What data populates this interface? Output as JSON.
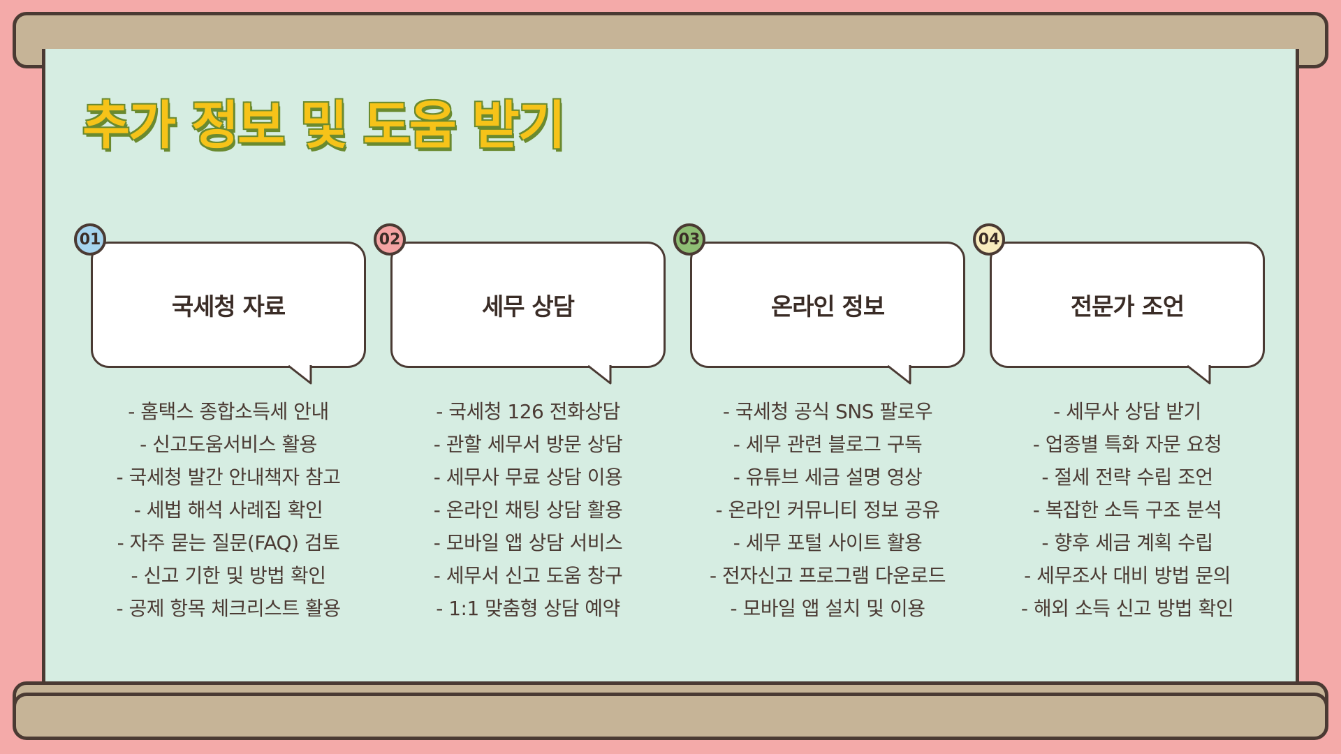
{
  "title": "추가 정보 및 도움 받기",
  "cards": [
    {
      "number": "01",
      "badge_color": "#a6d4ee",
      "heading": "국세청 자료",
      "items": [
        "- 홈택스 종합소득세 안내",
        "- 신고도움서비스 활용",
        "- 국세청 발간 안내책자 참고",
        "- 세법 해석 사례집 확인",
        "- 자주 묻는 질문(FAQ) 검토",
        "- 신고 기한 및 방법 확인",
        "- 공제 항목 체크리스트 활용"
      ]
    },
    {
      "number": "02",
      "badge_color": "#f4a3a3",
      "heading": "세무 상담",
      "items": [
        "- 국세청 126 전화상담",
        "- 관할 세무서 방문 상담",
        "- 세무사 무료 상담 이용",
        "- 온라인 채팅 상담 활용",
        "- 모바일 앱 상담 서비스",
        "- 세무서 신고 도움 창구",
        "- 1:1 맞춤형 상담 예약"
      ]
    },
    {
      "number": "03",
      "badge_color": "#8ebe74",
      "heading": "온라인 정보",
      "items": [
        "- 국세청 공식 SNS 팔로우",
        "- 세무 관련 블로그 구독",
        "- 유튜브 세금 설명 영상",
        "- 온라인 커뮤니티 정보 공유",
        "- 세무 포털 사이트 활용",
        "- 전자신고 프로그램 다운로드",
        "- 모바일 앱 설치 및 이용"
      ]
    },
    {
      "number": "04",
      "badge_color": "#f8ecbe",
      "heading": "전문가 조언",
      "items": [
        "- 세무사 상담 받기",
        "- 업종별 특화 자문 요청",
        "- 절세 전략 수립 조언",
        "- 복잡한 소득 구조 분석",
        "- 향후 세금 계획 수립",
        "- 세무조사 대비 방법 문의",
        "- 해외 소득 신고 방법 확인"
      ]
    }
  ]
}
